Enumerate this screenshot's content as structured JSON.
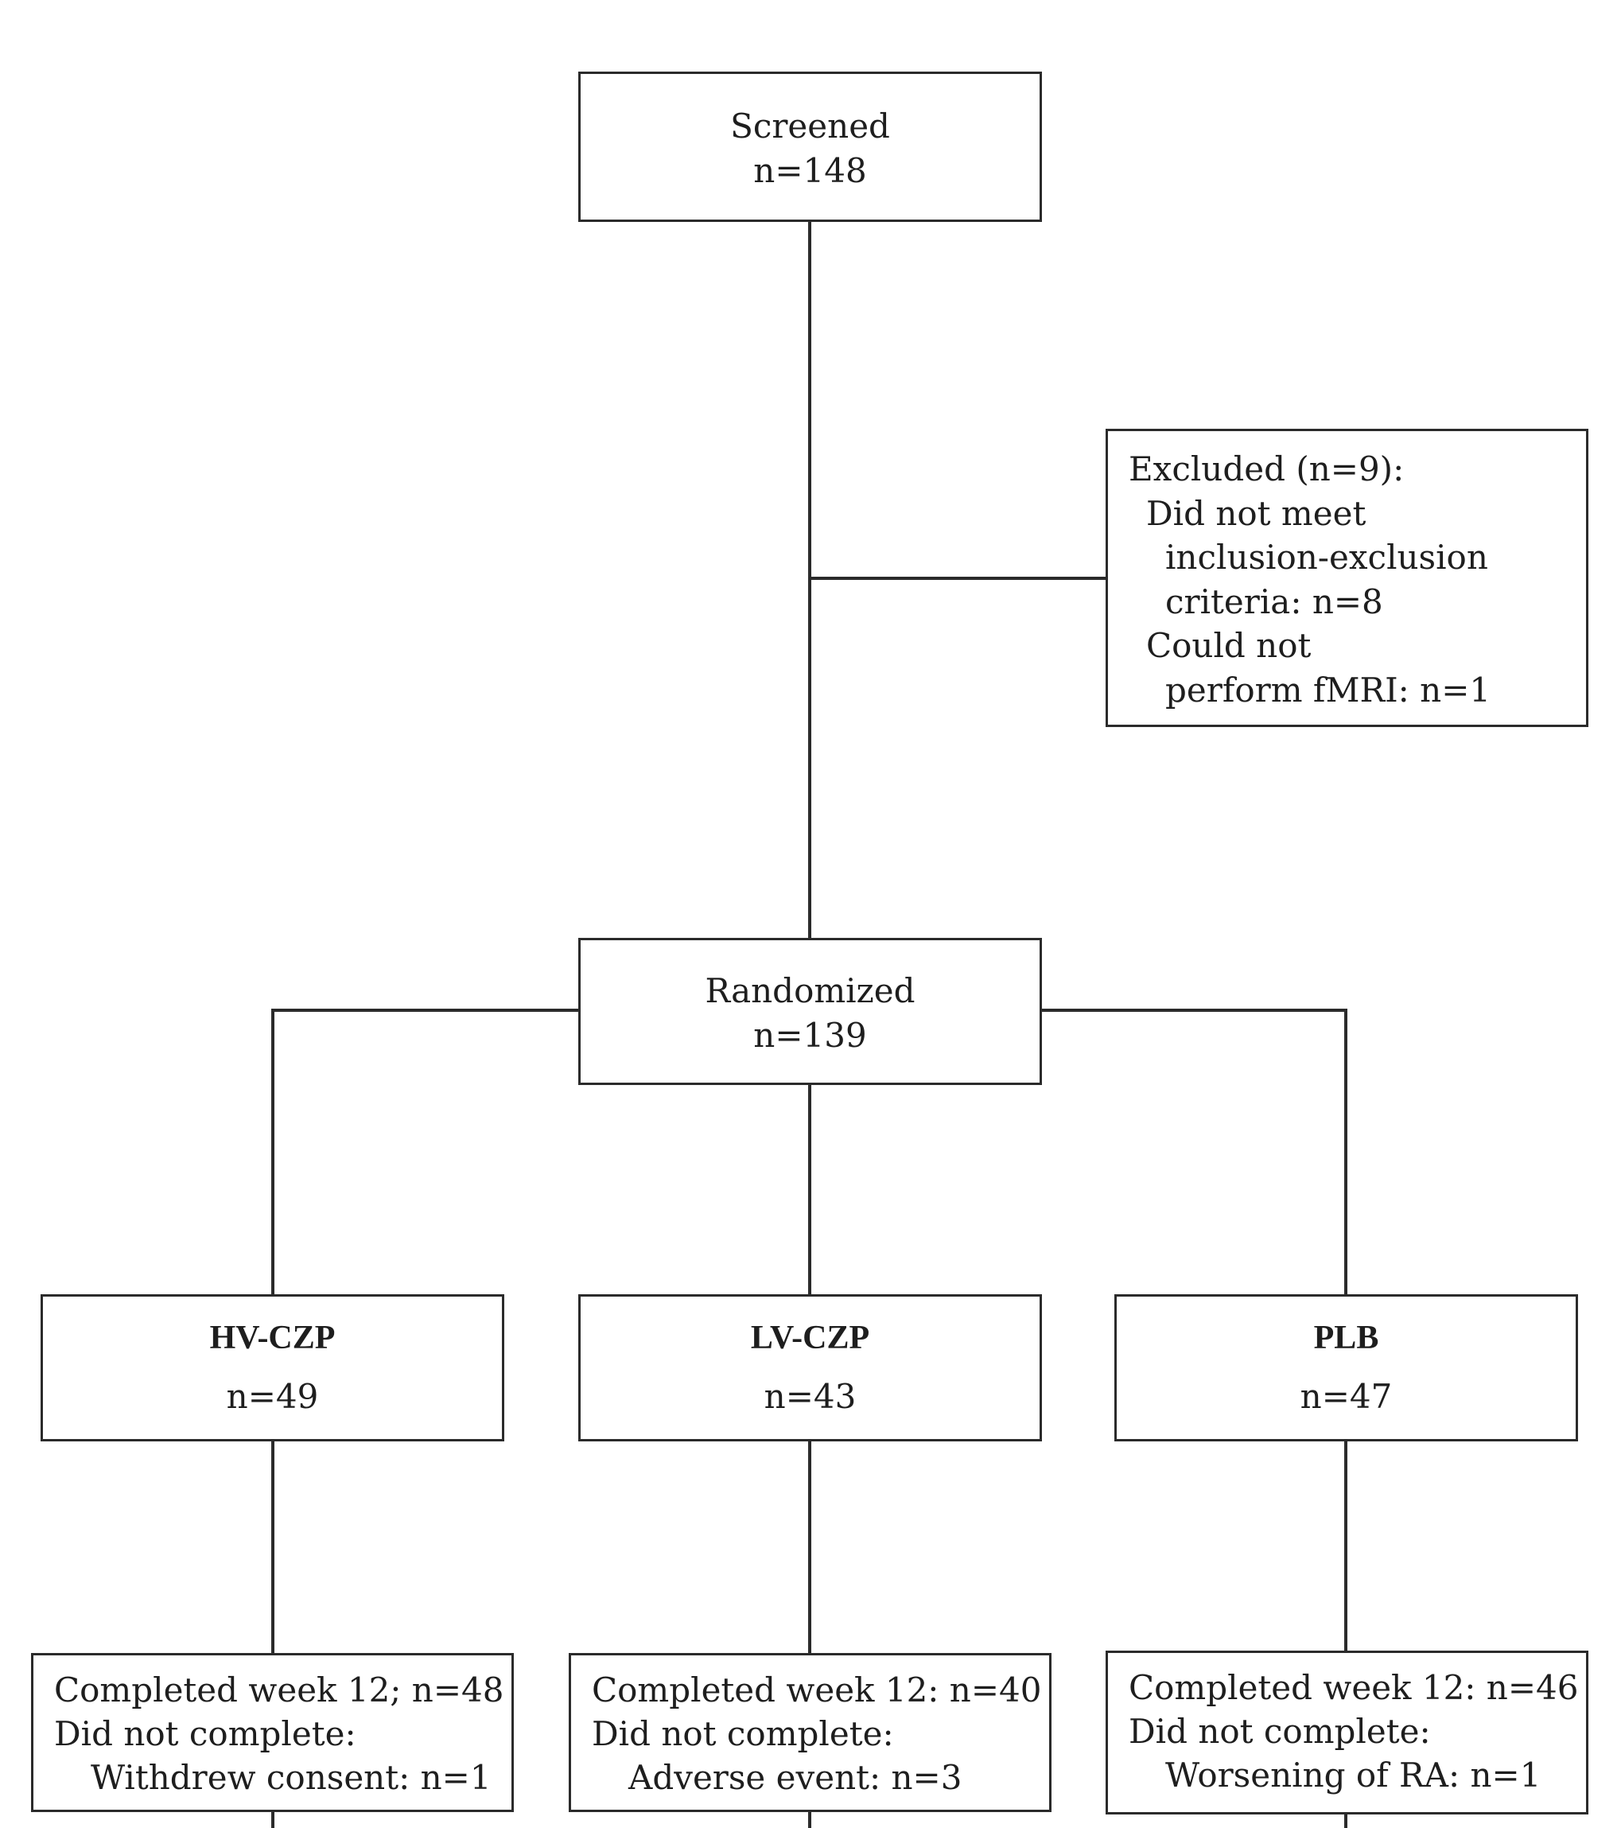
{
  "screened": {
    "label": "Screened",
    "count": "n=148"
  },
  "excluded": {
    "heading": "Excluded (n=9):",
    "lines": [
      "Did not meet",
      "inclusion-exclusion",
      "criteria:  n=8",
      "Could not",
      "perform fMRI: n=1"
    ]
  },
  "randomized": {
    "label": "Randomized",
    "count": "n=139"
  },
  "arms": [
    {
      "name": "HV-CZP",
      "count": "n=49"
    },
    {
      "name": "LV-CZP",
      "count": "n=43"
    },
    {
      "name": "PLB",
      "count": "n=47"
    }
  ],
  "outcomes": [
    {
      "completed": "Completed week 12; n=48",
      "not_complete": "Did not complete:",
      "reason": "Withdrew consent:  n=1"
    },
    {
      "completed": "Completed week 12:  n=40",
      "not_complete": "Did not complete:",
      "reason": "Adverse event:  n=3"
    },
    {
      "completed": "Completed week 12:  n=46",
      "not_complete": "Did not complete:",
      "reason": "Worsening of RA: n=1"
    }
  ]
}
